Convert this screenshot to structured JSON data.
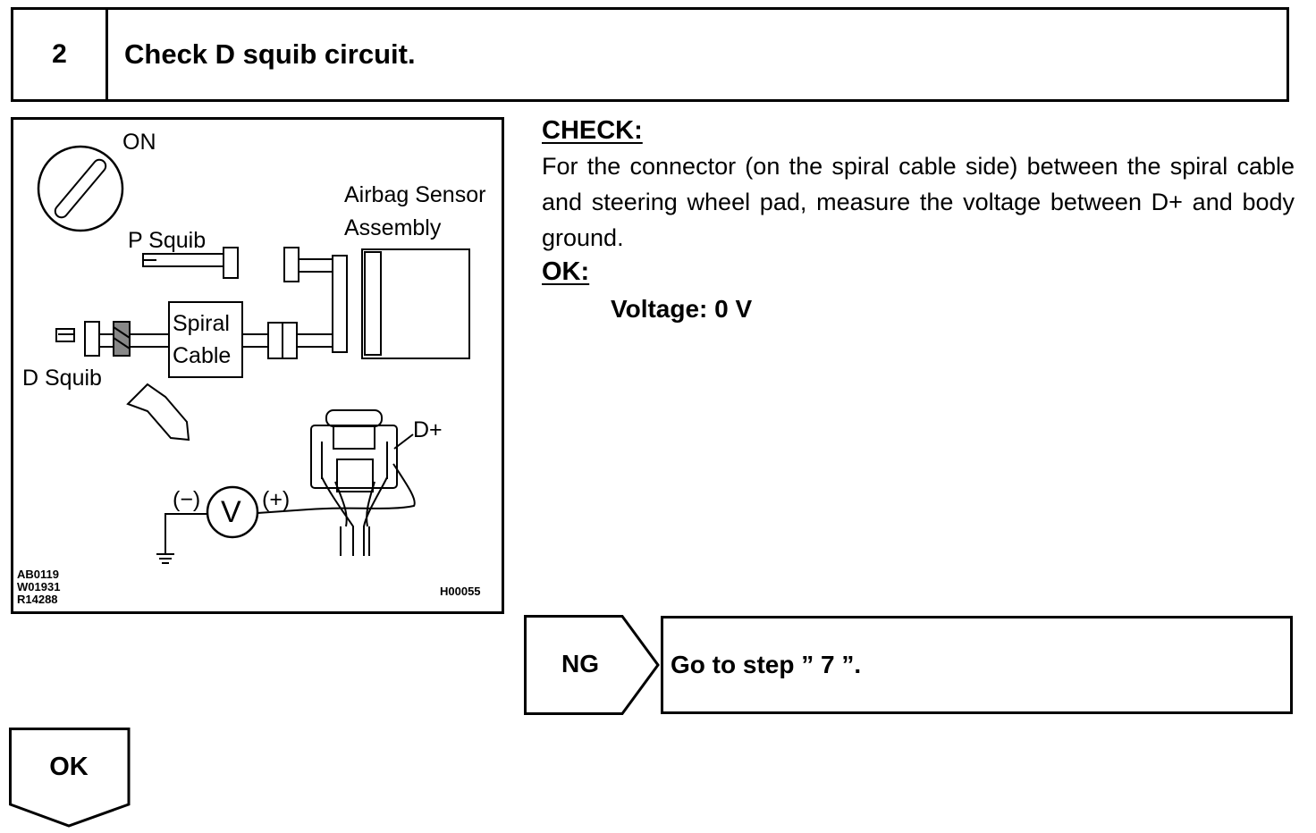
{
  "step": {
    "number": "2",
    "title": "Check D squib circuit."
  },
  "figure": {
    "labels": {
      "ignition": "ON",
      "p_squib": "P Squib",
      "d_squib": "D Squib",
      "airbag_sensor_line1": "Airbag Sensor",
      "airbag_sensor_line2": "Assembly",
      "spiral_cable_line1": "Spiral",
      "spiral_cable_line2": "Cable",
      "terminal": "D+",
      "negative": "(−)",
      "positive": "(+)",
      "voltmeter": "V"
    },
    "codes_left": "AB0119\nW01931\nR14288",
    "code_right": "H00055"
  },
  "check": {
    "heading": "CHECK:",
    "text": "For the connector (on the spiral cable side) between the spiral cable and steering wheel pad, measure the voltage between D+ and body ground.",
    "ok_heading": "OK:",
    "ok_value": "Voltage: 0 V"
  },
  "ng": {
    "label": "NG",
    "action": "Go to step ” 7 ”."
  },
  "ok": {
    "label": "OK"
  }
}
